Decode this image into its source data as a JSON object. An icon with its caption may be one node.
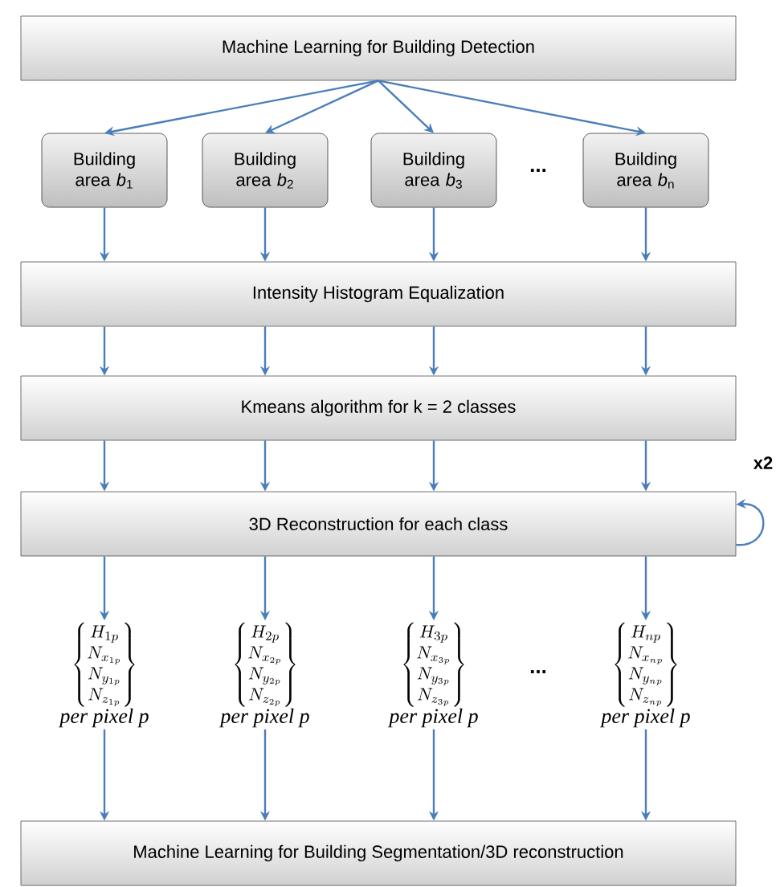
{
  "diagram": {
    "nodes": [
      {
        "text": [
          "Machine Learning for Building Detection"
        ]
      },
      {
        "text": [
          "Building area *b*$_{1}$"
        ]
      },
      {
        "text": [
          "Building area *b*$_{2}$"
        ]
      },
      {
        "text": [
          "Building area *b*$_{3}$"
        ]
      },
      {
        "text": [
          "Building area *b*$_{n}$"
        ]
      },
      {
        "text": [
          "Intensity Histogram Equalization"
        ]
      },
      {
        "text": [
          "Kmeans algorithm for k = 2 classes"
        ]
      },
      {
        "text": [
          "3D Reconstruction for each class"
        ]
      },
      {
        "text": [
          "\\begin{Bmatrix}H_{1p}\\\\N_{x_{1p}}\\\\N_{y_{1p}}\\\\N_{z_{1p}}\\end{Bmatrix}",
          "per pixel p"
        ]
      },
      {
        "text": [
          "\\begin{Bmatrix}H_{2p}\\\\N_{x_{2p}}\\\\N_{y_{2p}}\\\\N_{z_{2p}}\\end{Bmatrix}",
          "per pixel p"
        ]
      },
      {
        "text": [
          "\\begin{Bmatrix}H_{3p}\\\\N_{x_{3p}}\\\\N_{y_{3p}}\\\\N_{z_{3p}}\\end{Bmatrix}",
          "per pixel p"
        ]
      },
      {
        "text": [
          "\\begin{Bmatrix}H_{np}\\\\N_{x_{np}}\\\\N_{y_{np}}\\\\N_{z_{np}}\\end{Bmatrix}",
          "per pixel p"
        ]
      },
      {
        "text": [
          "Machine Learning for Building Segmentation/3D reconstruction"
        ]
      }
    ],
    "edges": [
      {
        "from": 0,
        "to": 1,
        "arrow": "to"
      },
      {
        "from": 0,
        "to": 2,
        "arrow": "to"
      },
      {
        "from": 0,
        "to": 3,
        "arrow": "to"
      },
      {
        "from": 0,
        "to": 4,
        "arrow": "to"
      },
      {
        "from": 1,
        "to": 5,
        "arrow": "to"
      },
      {
        "from": 2,
        "to": 5,
        "arrow": "to"
      },
      {
        "from": 3,
        "to": 5,
        "arrow": "to"
      },
      {
        "from": 4,
        "to": 5,
        "arrow": "to"
      },
      {
        "from": 5,
        "to": 6,
        "arrow": "to"
      },
      {
        "from": 5,
        "to": 6,
        "arrow": "to"
      },
      {
        "from": 5,
        "to": 6,
        "arrow": "to"
      },
      {
        "from": 5,
        "to": 6,
        "arrow": "to"
      },
      {
        "from": 6,
        "to": 7,
        "arrow": "to"
      },
      {
        "from": 6,
        "to": 7,
        "arrow": "to"
      },
      {
        "from": 6,
        "to": 7,
        "arrow": "to"
      },
      {
        "from": 6,
        "to": 7,
        "arrow": "to"
      },
      {
        "from": 7,
        "to": 7,
        "arrow": "to",
        "label": "x2"
      },
      {
        "from": 7,
        "to": 8,
        "arrow": "to"
      },
      {
        "from": 7,
        "to": 9,
        "arrow": "to"
      },
      {
        "from": 7,
        "to": 10,
        "arrow": "to"
      },
      {
        "from": 7,
        "to": 11,
        "arrow": "to"
      },
      {
        "from": 8,
        "to": 12,
        "arrow": "to"
      },
      {
        "from": 9,
        "to": 12,
        "arrow": "to"
      },
      {
        "from": 10,
        "to": 12,
        "arrow": "to"
      },
      {
        "from": 11,
        "to": 12,
        "arrow": "to"
      }
    ],
    "labels": [
      "...",
      "..."
    ]
  }
}
